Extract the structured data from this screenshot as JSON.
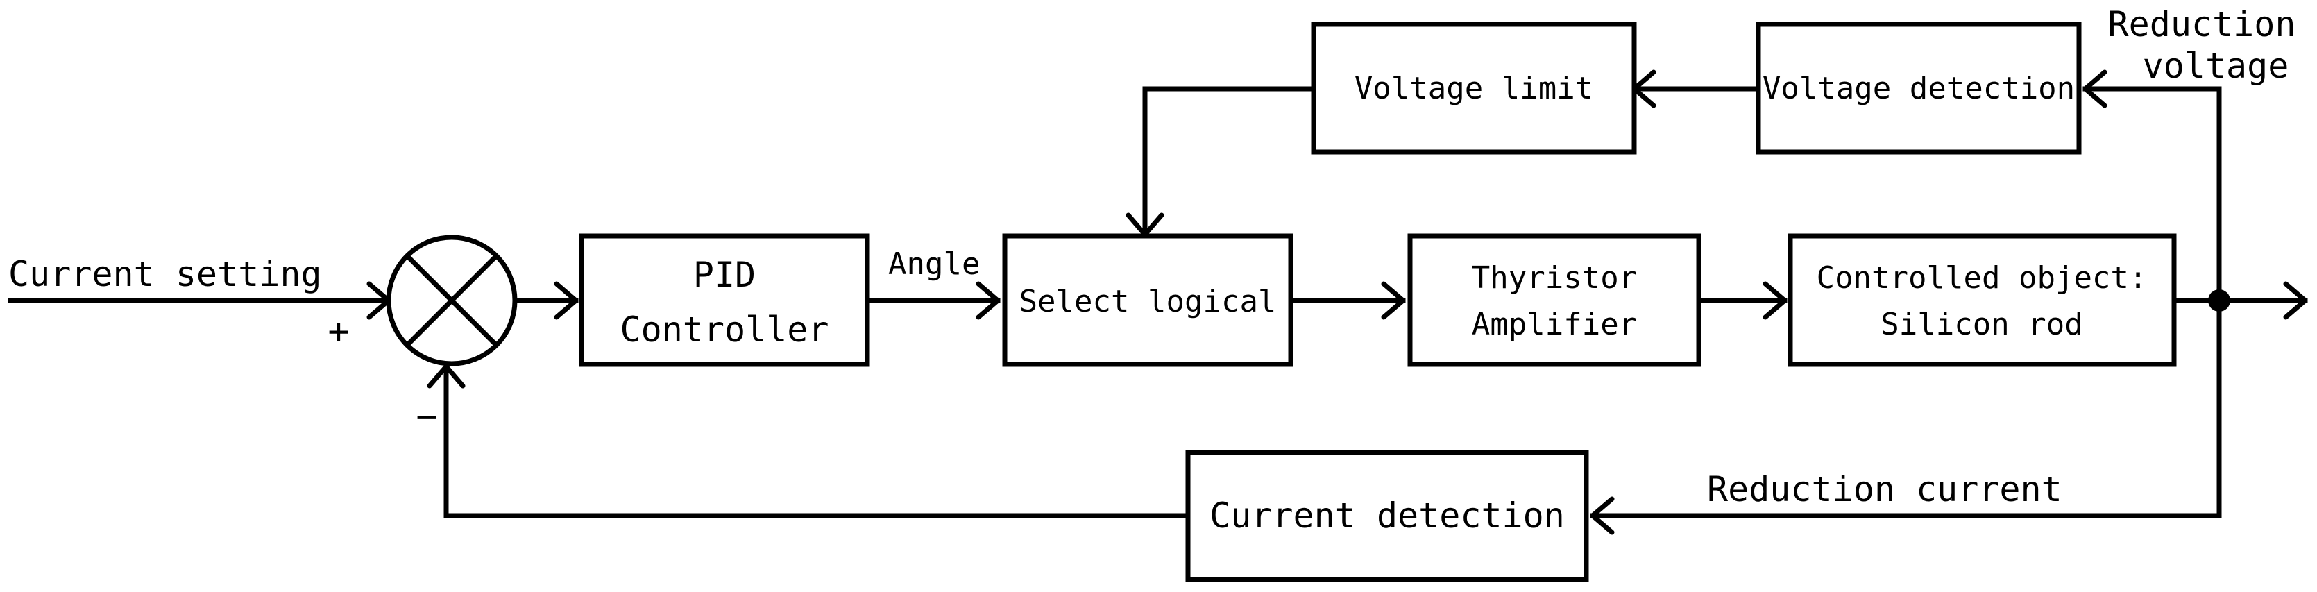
{
  "diagram": {
    "blocks": {
      "pid": [
        "PID",
        "Controller"
      ],
      "select": [
        "Select logical"
      ],
      "thyristor": [
        "Thyristor",
        "Amplifier"
      ],
      "controlled": [
        "Controlled object:",
        "Silicon rod"
      ],
      "voltage_limit": [
        "Voltage limit"
      ],
      "voltage_detection": [
        "Voltage detection"
      ],
      "current_detection": [
        "Current detection"
      ]
    },
    "labels": {
      "current_setting": "Current setting",
      "plus": "+",
      "minus": "−",
      "angle": "Angle",
      "reduction_voltage": [
        "Reduction",
        "voltage"
      ],
      "reduction_current": "Reduction current"
    }
  }
}
